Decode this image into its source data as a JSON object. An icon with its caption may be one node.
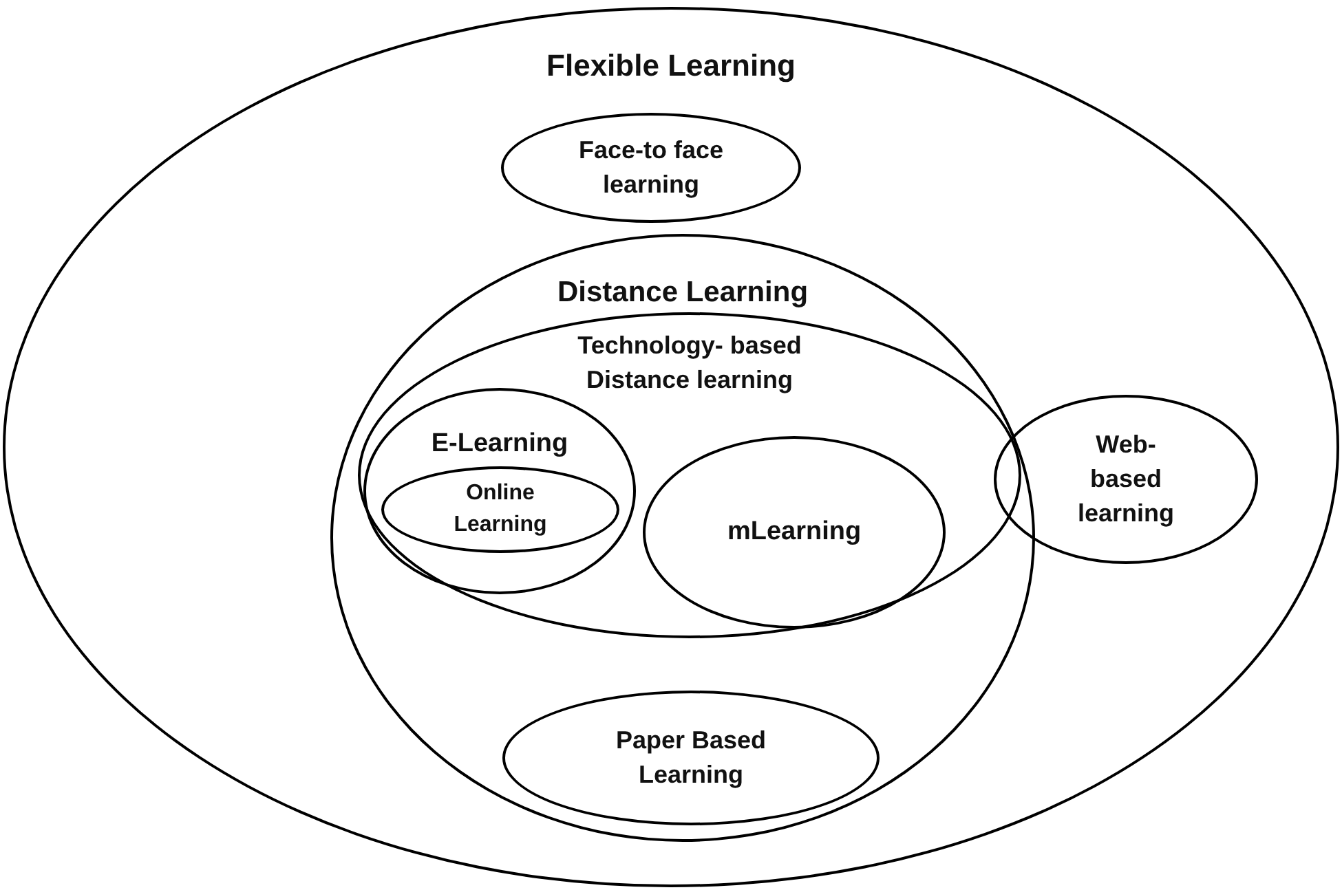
{
  "diagram": {
    "nodes": [
      {
        "text": [
          "Flexible Learning"
        ]
      },
      {
        "text": [
          "Face-to face learning"
        ],
        "in": 0
      },
      {
        "text": [
          "Distance Learning"
        ],
        "in": 0
      },
      {
        "text": [
          "Technology- based Distance learning"
        ],
        "in": 2
      },
      {
        "text": [
          "E-Learning"
        ],
        "in": 3
      },
      {
        "text": [
          "Online Learning"
        ],
        "in": 4
      },
      {
        "text": [
          "mLearning"
        ],
        "in": 3
      },
      {
        "text": [
          "Web- based learning"
        ],
        "in": 0
      },
      {
        "text": [
          "Paper Based Learning"
        ],
        "in": 2
      }
    ]
  }
}
